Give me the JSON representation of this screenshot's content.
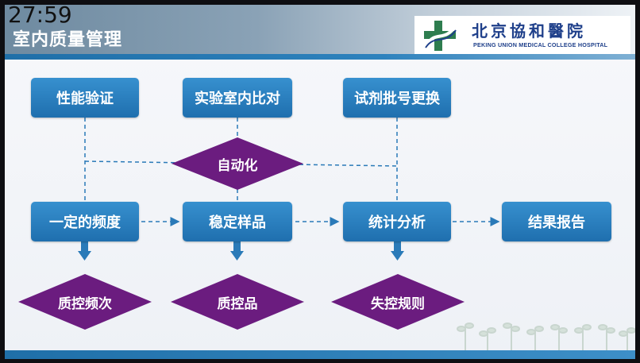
{
  "overlay": {
    "timer": "27:59"
  },
  "header": {
    "title": "室内质量管理",
    "logo": {
      "cn": "北京協和醫院",
      "en": "PEKING UNION MEDICAL COLLEGE HOSPITAL"
    }
  },
  "colors": {
    "box": "#2580c3",
    "diamond": "#6b1c7f",
    "header": "#6e8aa0",
    "band": "#1f6fa8"
  },
  "diagram": {
    "top_row": [
      "性能验证",
      "实验室内比对",
      "试剂批号更换"
    ],
    "center_diamond": "自动化",
    "middle_row": [
      "一定的频度",
      "稳定样品",
      "统计分析",
      "结果报告"
    ],
    "bottom_row": [
      "质控频次",
      "质控品",
      "失控规则"
    ]
  }
}
